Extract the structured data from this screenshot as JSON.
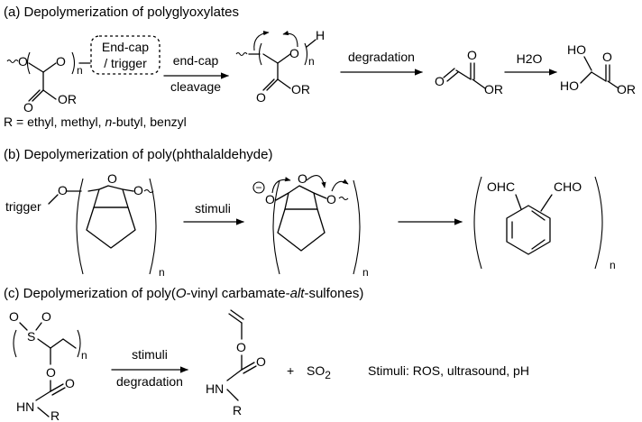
{
  "panel_a": {
    "heading": "(a) Depolymerization of polyglyoxylates",
    "endcap_line1": "End-cap",
    "endcap_line2": "/ trigger",
    "arrow1_top": "end-cap",
    "arrow1_bottom": "cleavage",
    "arrow2_top": "degradation",
    "arrow3_top": "H2O",
    "r_note_prefix": "R = ethyl, methyl, ",
    "r_note_italic": "n",
    "r_note_suffix": "-butyl, benzyl",
    "atom_o": "O",
    "atom_or": "OR",
    "atom_h": "H",
    "atom_ho": "HO",
    "sub_n": "n"
  },
  "panel_b": {
    "heading": "(b) Depolymerization of poly(phthalaldehyde)",
    "trigger": "trigger",
    "arrow_top": "stimuli",
    "atom_o": "O",
    "atom_ohc": "OHC",
    "atom_cho": "CHO",
    "sub_n": "n",
    "charge": "−"
  },
  "panel_c": {
    "heading_prefix": "(c) Depolymerization of poly(",
    "heading_italic1": "O",
    "heading_mid": "-vinyl carbamate-",
    "heading_italic2": "alt",
    "heading_suffix": "-sulfones)",
    "arrow_top": "stimuli",
    "arrow_bottom": "degradation",
    "plus": "+",
    "so2": "SO",
    "so2_sub": "2",
    "stimuli_note": "Stimuli: ROS, ultrasound, pH",
    "atom_o": "O",
    "atom_s": "S",
    "atom_hn": "HN",
    "atom_r": "R",
    "sub_n": "n"
  }
}
